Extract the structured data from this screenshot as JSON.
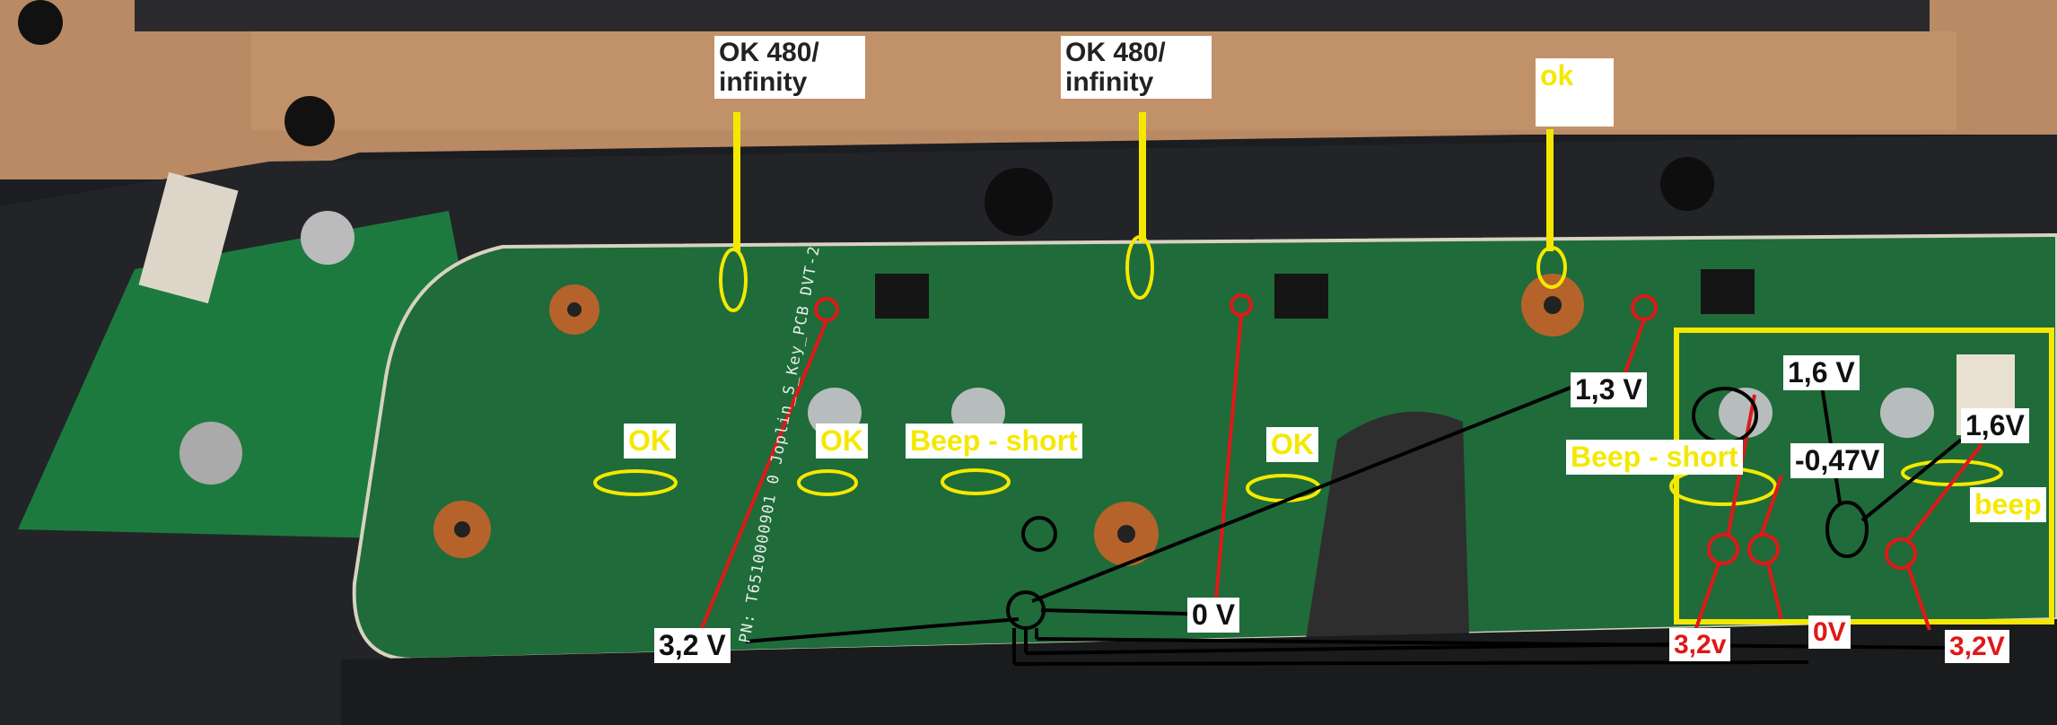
{
  "annotations": {
    "top_label_1": "OK 480/ infinity",
    "top_label_2": "OK 480/ infinity",
    "top_label_3": "ok",
    "diode_label_1": "OK",
    "diode_label_2": "OK",
    "diode_label_3": "Beep - short",
    "diode_label_4": "OK",
    "voltage_left": "3,2 V",
    "voltage_mid": "0 V",
    "voltage_13": "1,3 V",
    "box": {
      "beep_short": "Beep - short",
      "v_16_a": "1,6 V",
      "v_neg047": "-0,47V",
      "v_16_b": "1,6V",
      "beep": "beep",
      "v_32_a": "3,2v",
      "v_0": "0V",
      "v_32_b": "3,2V"
    }
  },
  "pcb_silkscreen": "PN: T6510000901 0  Joplin_S_Key_PCB DVT-2",
  "colors": {
    "pcb": "#1f6b3a",
    "annot_yellow": "#f5e800",
    "annot_red": "#e01818"
  }
}
